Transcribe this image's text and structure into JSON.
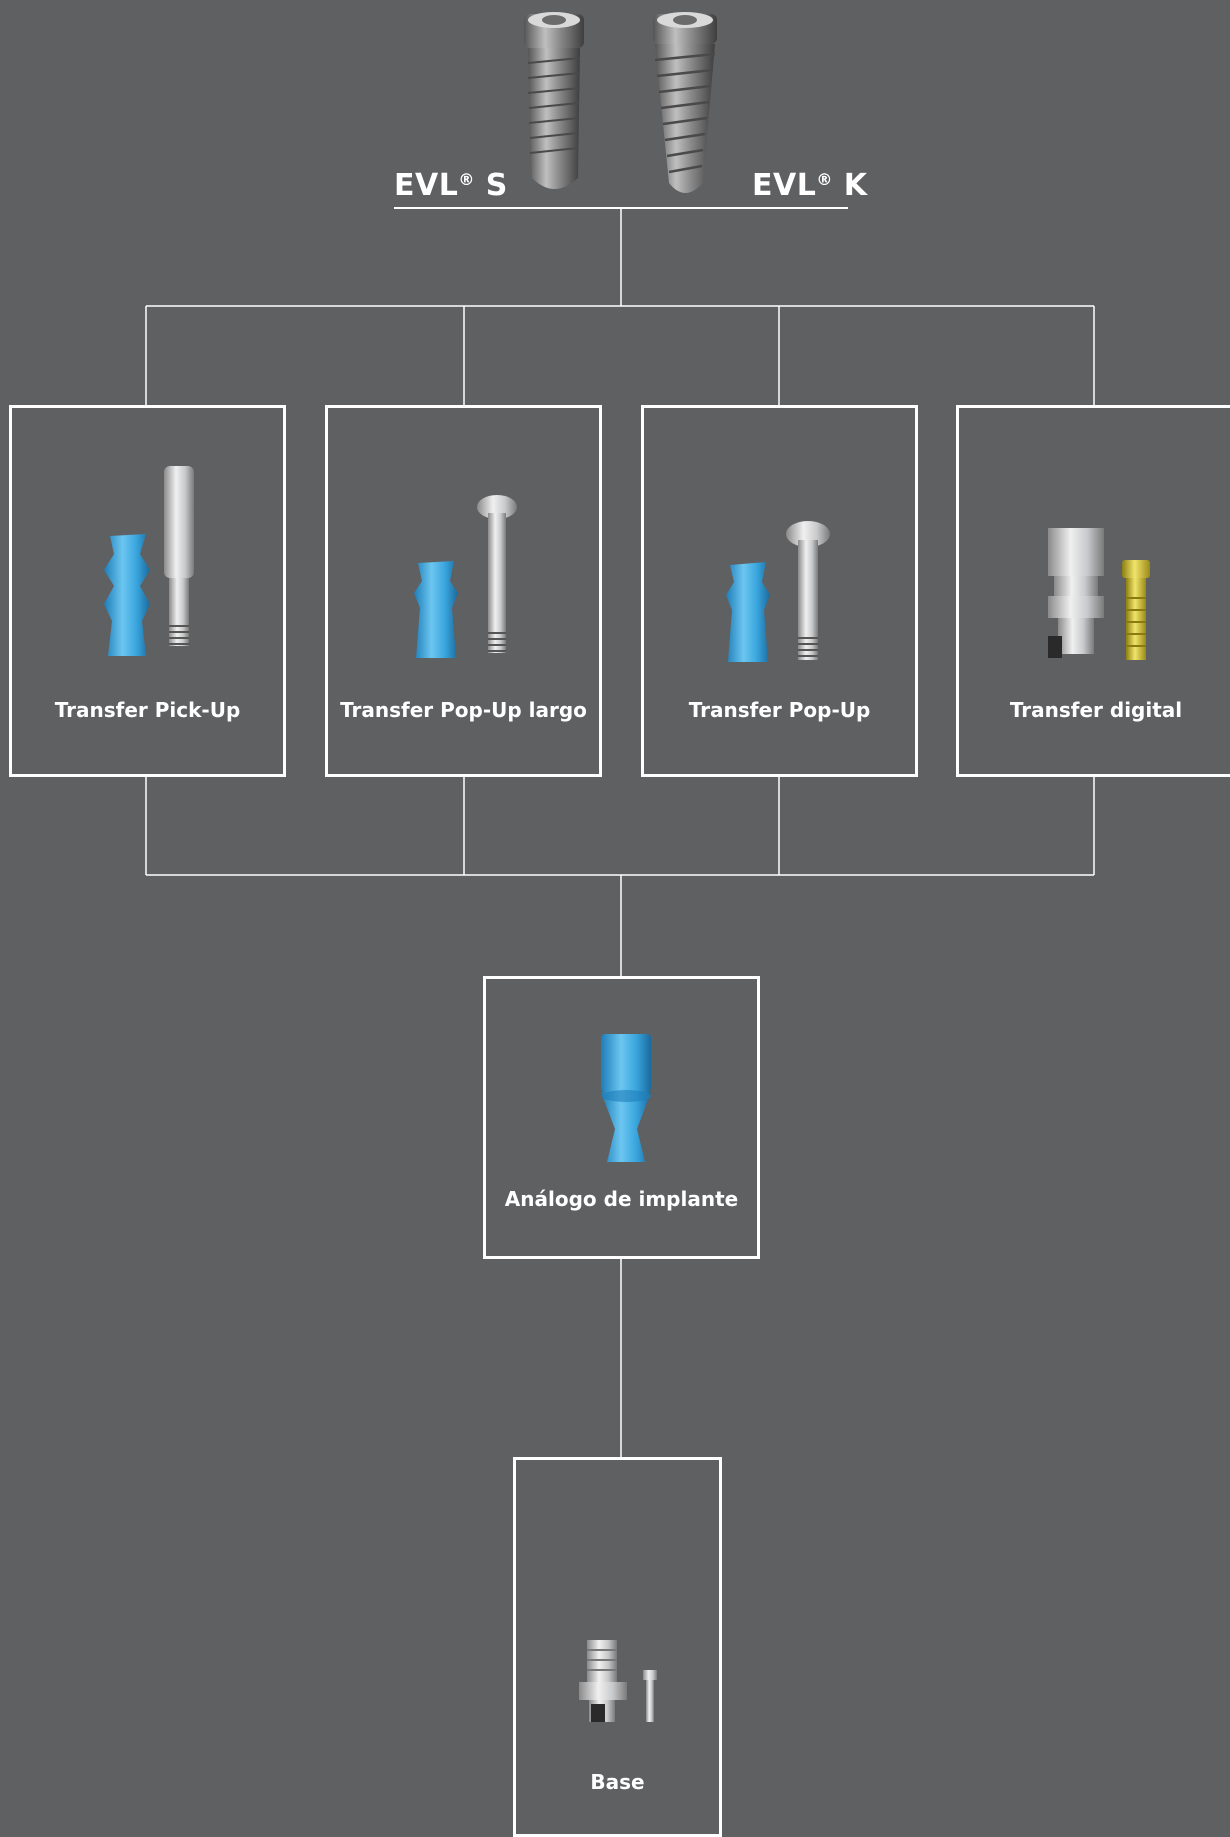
{
  "implants": {
    "left": {
      "name": "EVL",
      "mark": "®",
      "suffix": "S"
    },
    "right": {
      "name": "EVL",
      "mark": "®",
      "suffix": "K"
    }
  },
  "transfers": [
    {
      "label": "Transfer Pick-Up",
      "icon": "pick-up-transfer-icon"
    },
    {
      "label": "Transfer Pop-Up largo",
      "icon": "pop-up-long-transfer-icon"
    },
    {
      "label": "Transfer Pop-Up",
      "icon": "pop-up-transfer-icon"
    },
    {
      "label": "Transfer digital",
      "icon": "digital-transfer-icon"
    }
  ],
  "analog": {
    "label": "Análogo de implante",
    "icon": "implant-analog-icon"
  },
  "base": {
    "label": "Base",
    "icon": "base-abutment-icon"
  },
  "colors": {
    "background": "#5f6062",
    "lines": "#ffffff",
    "component_blue": "#3aa6de",
    "component_silver": "#c9cacc",
    "component_gold": "#d8c43a"
  }
}
